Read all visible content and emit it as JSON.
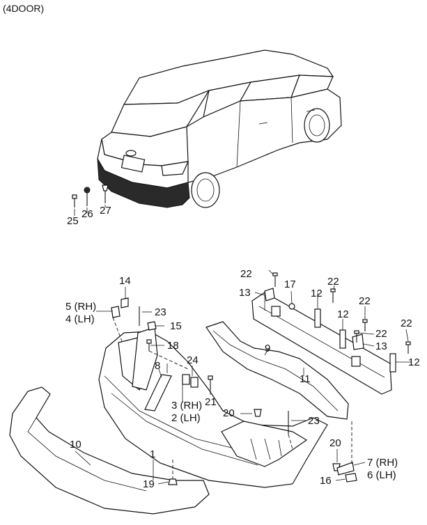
{
  "heading": "(4DOOR)",
  "labels": {
    "p1": "1",
    "p2": "2 (LH)",
    "p3": "3 (RH)",
    "p4": "4 (LH)",
    "p5": "5 (RH)",
    "p6": "6 (LH)",
    "p7": "7 (RH)",
    "p8": "8",
    "p9": "9",
    "p10": "10",
    "p11": "11",
    "p12": "12",
    "p13": "13",
    "p14": "14",
    "p15": "15",
    "p16": "16",
    "p17": "17",
    "p18": "18",
    "p19": "19",
    "p20": "20",
    "p21": "21",
    "p22": "22",
    "p23": "23",
    "p24": "24",
    "p25": "25",
    "p26": "26",
    "p27": "27"
  }
}
